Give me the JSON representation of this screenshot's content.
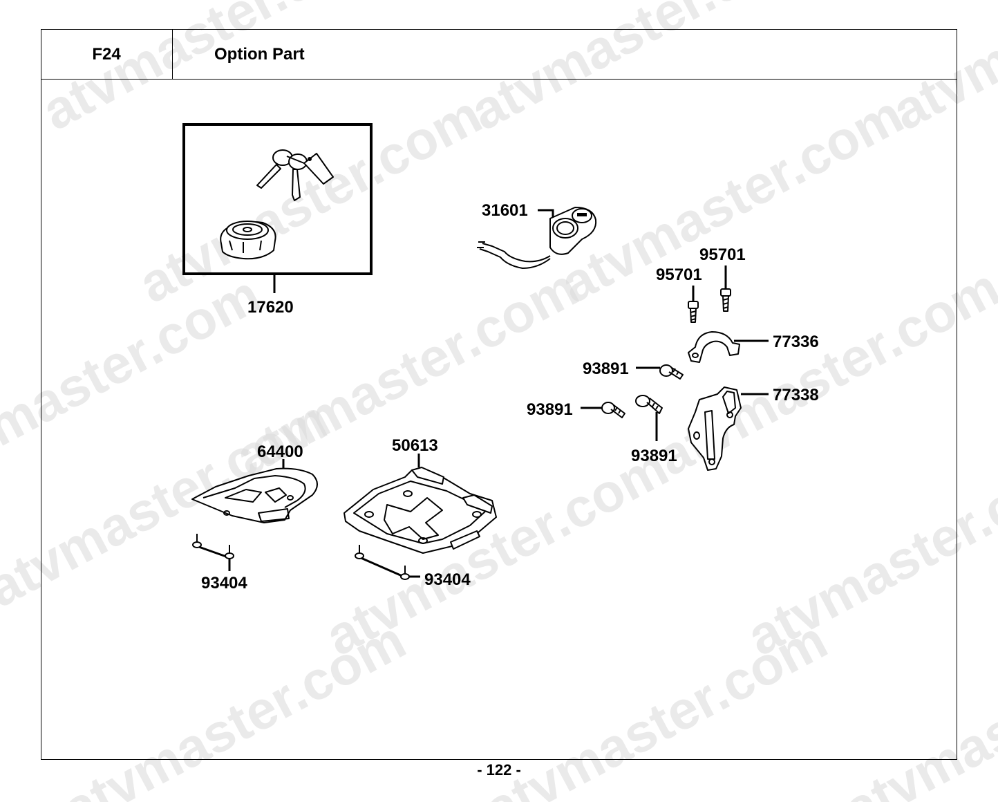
{
  "header": {
    "code": "F24",
    "title": "Option Part"
  },
  "page_number": "- 122 -",
  "watermark": "atvmaster.com",
  "parts": [
    {
      "id": "label-17620",
      "number": "17620"
    },
    {
      "id": "label-31601",
      "number": "31601"
    },
    {
      "id": "label-95701-a",
      "number": "95701"
    },
    {
      "id": "label-95701-b",
      "number": "95701"
    },
    {
      "id": "label-77336",
      "number": "77336"
    },
    {
      "id": "label-93891-a",
      "number": "93891"
    },
    {
      "id": "label-77338",
      "number": "77338"
    },
    {
      "id": "label-93891-b",
      "number": "93891"
    },
    {
      "id": "label-93891-c",
      "number": "93891"
    },
    {
      "id": "label-64400",
      "number": "64400"
    },
    {
      "id": "label-50613",
      "number": "50613"
    },
    {
      "id": "label-93404-a",
      "number": "93404"
    },
    {
      "id": "label-93404-b",
      "number": "93404"
    }
  ]
}
